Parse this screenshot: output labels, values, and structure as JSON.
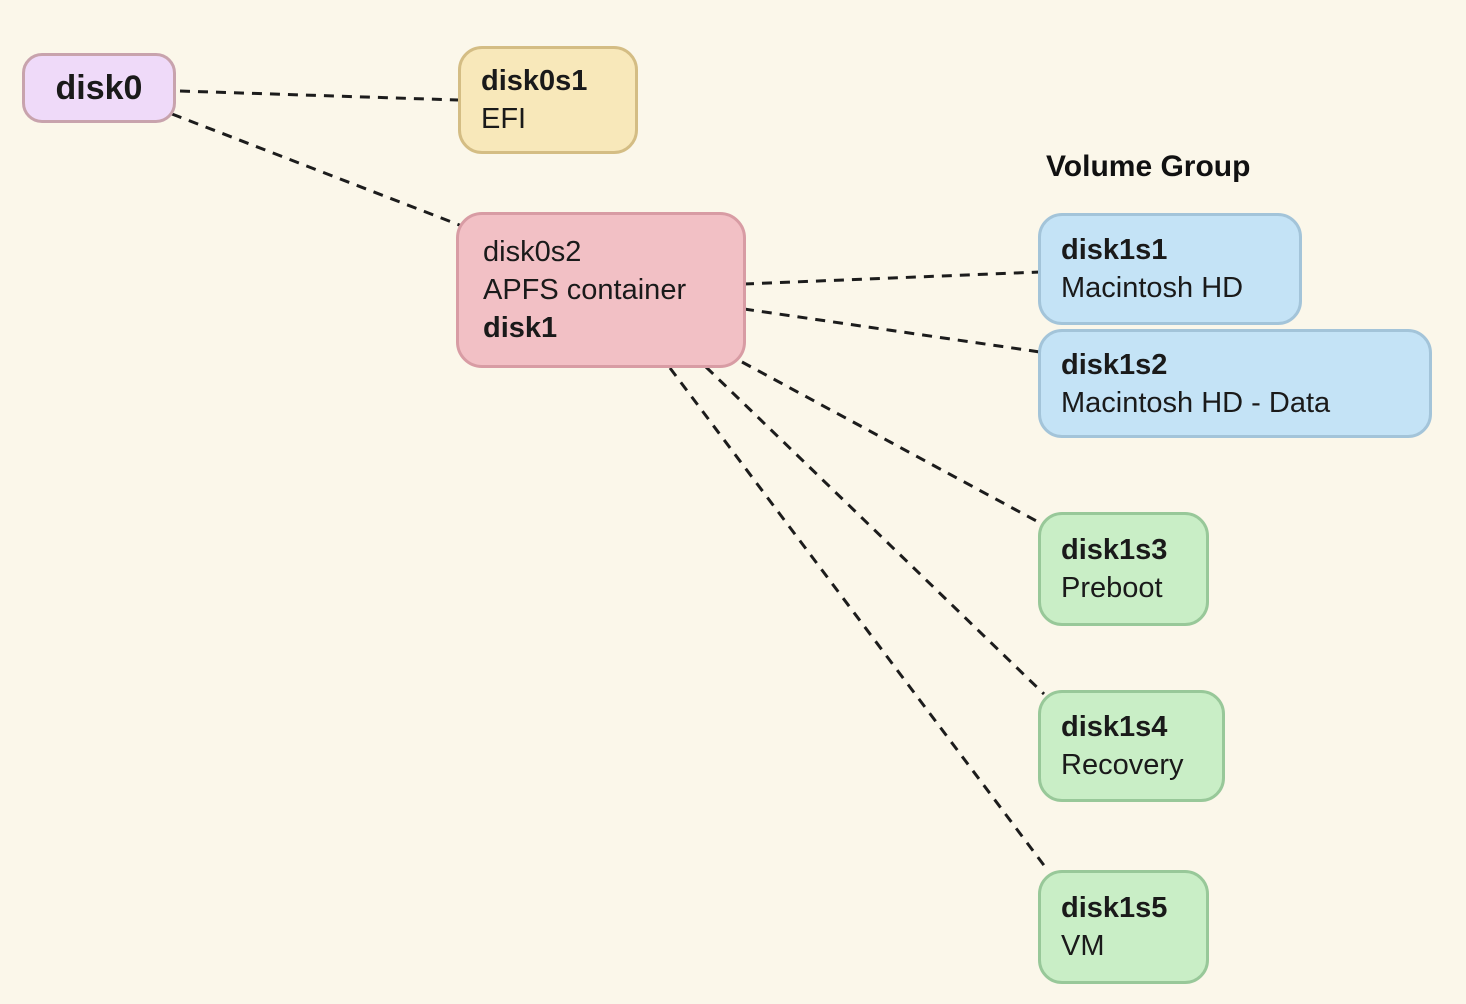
{
  "diagram": {
    "heading": "Volume Group",
    "nodes": {
      "disk0": {
        "title": "disk0"
      },
      "disk0s1": {
        "title": "disk0s1",
        "subtitle": "EFI"
      },
      "disk0s2": {
        "line1": "disk0s2",
        "line2": "APFS container",
        "line3": "disk1"
      },
      "disk1s1": {
        "title": "disk1s1",
        "subtitle": "Macintosh HD"
      },
      "disk1s2": {
        "title": "disk1s2",
        "subtitle": "Macintosh HD - Data"
      },
      "disk1s3": {
        "title": "disk1s3",
        "subtitle": "Preboot"
      },
      "disk1s4": {
        "title": "disk1s4",
        "subtitle": "Recovery"
      },
      "disk1s5": {
        "title": "disk1s5",
        "subtitle": "VM"
      }
    },
    "edges": [
      {
        "from": "disk0",
        "to": "disk0s1"
      },
      {
        "from": "disk0",
        "to": "disk0s2"
      },
      {
        "from": "disk0s2",
        "to": "disk1s1"
      },
      {
        "from": "disk0s2",
        "to": "disk1s2"
      },
      {
        "from": "disk0s2",
        "to": "disk1s3"
      },
      {
        "from": "disk0s2",
        "to": "disk1s4"
      },
      {
        "from": "disk0s2",
        "to": "disk1s5"
      }
    ],
    "colors": {
      "background": "#FBF7EA",
      "edge_line": "#1c1c1c",
      "text": "#1a1a1a",
      "disk0_fill": "#EFDAF9",
      "disk0_border": "#C8A3AD",
      "disk0s1_fill": "#F8E8BA",
      "disk0s1_border": "#D4BD84",
      "disk0s2_fill": "#F2C0C5",
      "disk0s2_border": "#D89CA4",
      "volume_fill": "#C4E3F6",
      "volume_border": "#A3C4D9",
      "system_fill": "#C9EEC6",
      "system_border": "#98C899"
    }
  }
}
